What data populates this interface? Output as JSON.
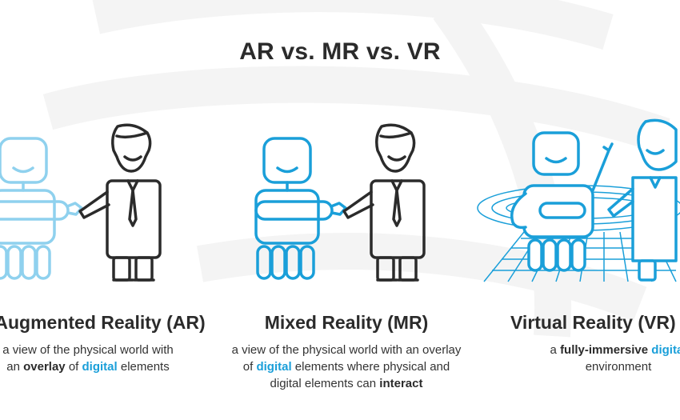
{
  "title": "AR vs. MR vs. VR",
  "colors": {
    "accent": "#1a9fd9",
    "ar_robot": "#8fd1ee",
    "mr_robot": "#1a9fd9",
    "vr_robot": "#1a9fd9",
    "person": "#2b2b2b"
  },
  "panels": [
    {
      "id": "ar",
      "title": "Augmented Reality (AR)",
      "desc_lines": [
        [
          {
            "t": "a view of the physical world with"
          }
        ],
        [
          {
            "t": "an "
          },
          {
            "t": "overlay",
            "s": "b"
          },
          {
            "t": " of "
          },
          {
            "t": "digital",
            "s": "hl"
          },
          {
            "t": " elements"
          }
        ]
      ]
    },
    {
      "id": "mr",
      "title": "Mixed Reality (MR)",
      "desc_lines": [
        [
          {
            "t": "a view of the physical world with an overlay"
          }
        ],
        [
          {
            "t": "of "
          },
          {
            "t": "digital",
            "s": "hl"
          },
          {
            "t": " elements where physical and"
          }
        ],
        [
          {
            "t": "digital elements can "
          },
          {
            "t": "interact",
            "s": "b"
          }
        ]
      ]
    },
    {
      "id": "vr",
      "title": "Virtual Reality (VR)",
      "desc_lines": [
        [
          {
            "t": "a "
          },
          {
            "t": "fully-immersive",
            "s": "b"
          },
          {
            "t": " "
          },
          {
            "t": "digital",
            "s": "hl"
          }
        ],
        [
          {
            "t": "environment"
          }
        ]
      ]
    }
  ]
}
